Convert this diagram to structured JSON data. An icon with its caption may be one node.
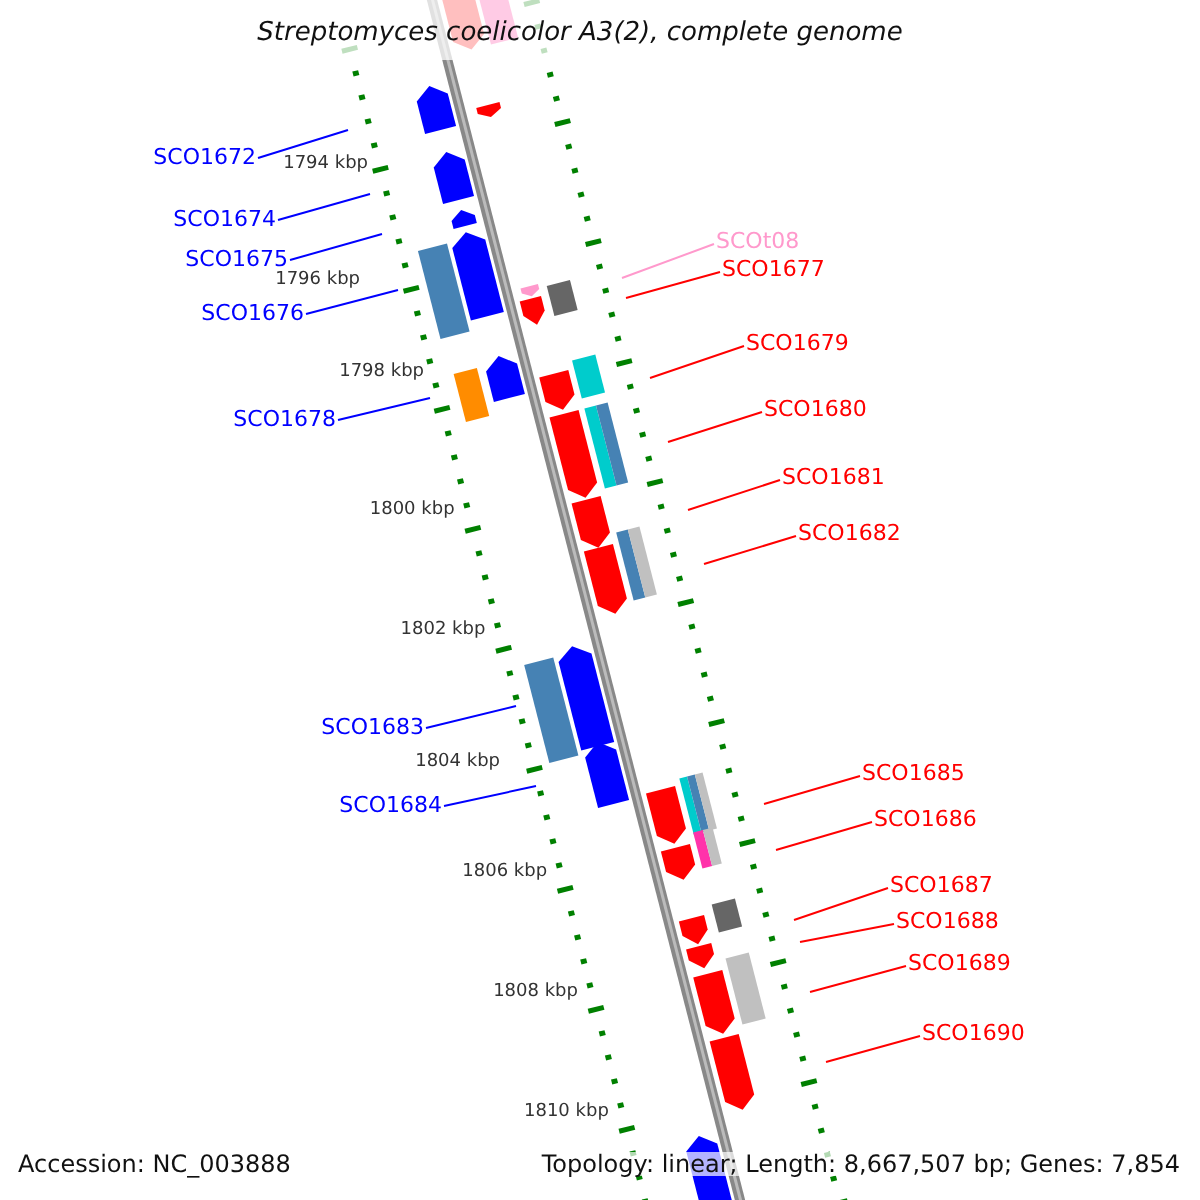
{
  "diagram": {
    "title": "Streptomyces coelicolor A3(2), complete genome",
    "nodes": [
      {
        "text": [
          "SCO1672"
        ]
      },
      {
        "text": [
          "SCO1674"
        ]
      },
      {
        "text": [
          "SCO1675"
        ]
      },
      {
        "text": [
          "SCO1676"
        ]
      },
      {
        "text": [
          "SCO1678"
        ]
      },
      {
        "text": [
          "SCOt08"
        ]
      },
      {
        "text": [
          "SCO1677"
        ]
      },
      {
        "text": [
          "SCO1679"
        ]
      },
      {
        "text": [
          "SCO1680"
        ]
      },
      {
        "text": [
          "SCO1681"
        ]
      },
      {
        "text": [
          "SCO1682"
        ]
      },
      {
        "text": [
          "SCO1683"
        ]
      },
      {
        "text": [
          "SCO1684"
        ]
      },
      {
        "text": [
          "SCO1685"
        ]
      },
      {
        "text": [
          "SCO1686"
        ]
      },
      {
        "text": [
          "SCO1687"
        ]
      },
      {
        "text": [
          "SCO1688"
        ]
      },
      {
        "text": [
          "SCO1689"
        ]
      },
      {
        "text": [
          "SCO1690"
        ]
      }
    ],
    "edges": [
      {
        "from": 0,
        "to": null,
        "arrow": "none",
        "color": "#0000ff"
      },
      {
        "from": 1,
        "to": null,
        "arrow": "none",
        "color": "#0000ff"
      },
      {
        "from": 2,
        "to": null,
        "arrow": "none",
        "color": "#0000ff"
      },
      {
        "from": 3,
        "to": null,
        "arrow": "none",
        "color": "#0000ff"
      },
      {
        "from": 4,
        "to": null,
        "arrow": "none",
        "color": "#0000ff"
      },
      {
        "from": 5,
        "to": null,
        "arrow": "none",
        "color": "#ff99cc"
      },
      {
        "from": 6,
        "to": null,
        "arrow": "none"
      },
      {
        "from": 7,
        "to": null,
        "arrow": "none"
      },
      {
        "from": 8,
        "to": null,
        "arrow": "none"
      },
      {
        "from": 9,
        "to": null,
        "arrow": "none"
      },
      {
        "from": 10,
        "to": null,
        "arrow": "none"
      },
      {
        "from": 11,
        "to": null,
        "arrow": "none",
        "color": "#0000ff"
      },
      {
        "from": 12,
        "to": null,
        "arrow": "none",
        "color": "#0000ff"
      },
      {
        "from": 13,
        "to": null,
        "arrow": "none"
      },
      {
        "from": 14,
        "to": null,
        "arrow": "none"
      },
      {
        "from": 15,
        "to": null,
        "arrow": "none"
      },
      {
        "from": 16,
        "to": null,
        "arrow": "none"
      },
      {
        "from": 17,
        "to": null,
        "arrow": "none"
      },
      {
        "from": 18,
        "to": null,
        "arrow": "none"
      }
    ],
    "labels": [
      "1794 kbp",
      "1796 kbp",
      "1798 kbp",
      "1800 kbp",
      "1802 kbp",
      "1804 kbp",
      "1806 kbp",
      "1808 kbp",
      "1810 kbp",
      "Accession: NC_003888",
      "Topology: linear; Length: 8,667,507 bp; Genes: 7,854"
    ]
  }
}
